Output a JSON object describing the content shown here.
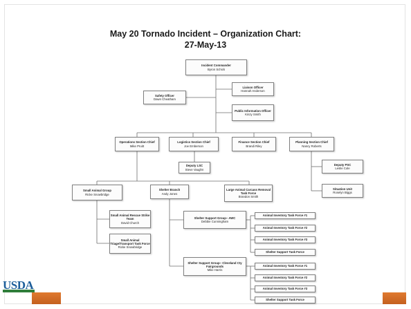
{
  "title": "May 20 Tornado Incident – Organization Chart:",
  "subtitle": "27-May-13",
  "logo_text": "USDA",
  "colors": {
    "accent": "#e07a2f",
    "usda_blue": "#1d5e9a",
    "usda_green": "#2f7d3a"
  },
  "nodes": {
    "ic": {
      "role": "Incident Commander",
      "name": "Byron Schick"
    },
    "safety": {
      "role": "Safety Officer",
      "name": "Dawn Cheatham"
    },
    "liaison": {
      "role": "Liaison Officer",
      "name": "Hannah Anderson"
    },
    "pio": {
      "role": "Public Information Officer",
      "name": "Kinzy Smith"
    },
    "ops": {
      "role": "Operations Section Chief",
      "name": "Mike Pruitt"
    },
    "logistics": {
      "role": "Logistics Section Chief",
      "name": "Joe Emberson"
    },
    "finance": {
      "role": "Finance Section Chief",
      "name": "Brandi Riley"
    },
    "planning": {
      "role": "Planning Section Chief",
      "name": "Nancy Roberts"
    },
    "dep_lsc": {
      "role": "Deputy LSC",
      "name": "Steve Vaughn"
    },
    "dep_psc": {
      "role": "Deputy PSC",
      "name": "Leslie Cole"
    },
    "sit_unit": {
      "role": "Situation Unit",
      "name": "Roselyn Biggs"
    },
    "small_group": {
      "role": "Small Animal Group",
      "name": "Ricke Snowbridge"
    },
    "shelter_branch": {
      "role": "Shelter Branch",
      "name": "Andy Jones"
    },
    "large_animal": {
      "role": "Large Animal Carcass Removal Task Force",
      "name": "Brandon Smith"
    },
    "rescue": {
      "role": "Small Animal Rescue Strike Team",
      "name": "David Church"
    },
    "triage": {
      "role": "Small Animal Triage/Transport Task Force",
      "name": "Ricke Snowbridge"
    },
    "ssg_awc": {
      "role": "Shelter Support Group– AWC",
      "name": "Debbie Cunningham"
    },
    "ssg_cc": {
      "role": "Shelter Support Group– Cleveland Cty Fairgrounds",
      "name": "Mike Harris"
    },
    "tf_a1": {
      "role": "Animal Inventory Task Force #1"
    },
    "tf_a2": {
      "role": "Animal Inventory Task Force #2"
    },
    "tf_a3": {
      "role": "Animal Inventory Task Force #3"
    },
    "tf_a4": {
      "role": "Shelter Support Task Force"
    },
    "tf_b1": {
      "role": "Animal Inventory Task Force #1"
    },
    "tf_b2": {
      "role": "Animal Inventory Task Force #2"
    },
    "tf_b3": {
      "role": "Animal Inventory Task Force #3"
    },
    "tf_b4": {
      "role": "Shelter Support Task Force"
    }
  },
  "edges": [
    [
      "ic",
      "safety"
    ],
    [
      "ic",
      "liaison"
    ],
    [
      "ic",
      "pio"
    ],
    [
      "ic",
      "ops"
    ],
    [
      "ic",
      "logistics"
    ],
    [
      "ic",
      "finance"
    ],
    [
      "ic",
      "planning"
    ],
    [
      "logistics",
      "dep_lsc"
    ],
    [
      "planning",
      "dep_psc"
    ],
    [
      "planning",
      "sit_unit"
    ],
    [
      "ops",
      "small_group"
    ],
    [
      "ops",
      "shelter_branch"
    ],
    [
      "ops",
      "large_animal"
    ],
    [
      "small_group",
      "rescue"
    ],
    [
      "small_group",
      "triage"
    ],
    [
      "shelter_branch",
      "ssg_awc"
    ],
    [
      "shelter_branch",
      "ssg_cc"
    ],
    [
      "ssg_awc",
      "tf_a1"
    ],
    [
      "ssg_awc",
      "tf_a2"
    ],
    [
      "ssg_awc",
      "tf_a3"
    ],
    [
      "ssg_awc",
      "tf_a4"
    ],
    [
      "ssg_cc",
      "tf_b1"
    ],
    [
      "ssg_cc",
      "tf_b2"
    ],
    [
      "ssg_cc",
      "tf_b3"
    ],
    [
      "ssg_cc",
      "tf_b4"
    ]
  ]
}
